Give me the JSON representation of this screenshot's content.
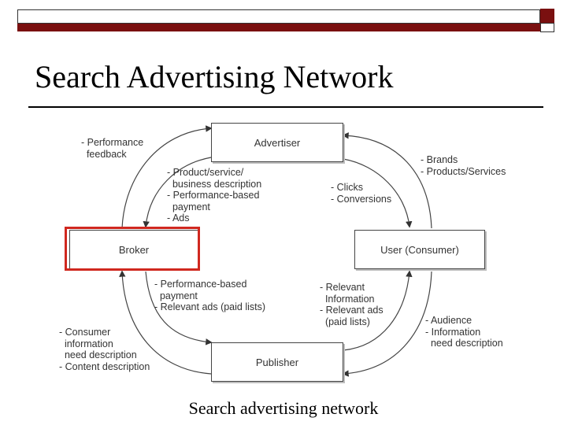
{
  "slide": {
    "title": "Search Advertising Network",
    "caption": "Search advertising network"
  },
  "diagram": {
    "nodes": {
      "advertiser": "Advertiser",
      "broker": "Broker",
      "user": "User (Consumer)",
      "publisher": "Publisher"
    },
    "edges": {
      "broker_to_advertiser": "- Performance\n  feedback",
      "advertiser_to_broker": "- Product/service/\n  business description\n- Performance-based\n  payment\n- Ads",
      "user_to_advertiser": "- Clicks\n- Conversions",
      "advertiser_to_user": "- Brands\n- Products/Services",
      "broker_to_publisher": "- Performance-based\n  payment\n- Relevant ads (paid lists)",
      "publisher_to_broker": "- Consumer\n  information\n  need description\n- Content description",
      "publisher_to_user": "- Relevant\n  Information\n- Relevant ads\n  (paid lists)",
      "user_to_publisher": "- Audience\n- Information\n  need description"
    },
    "highlight_color": "#d0281f"
  },
  "colors": {
    "accent_bar": "#7a1010",
    "slide_background": "#ffffff"
  }
}
